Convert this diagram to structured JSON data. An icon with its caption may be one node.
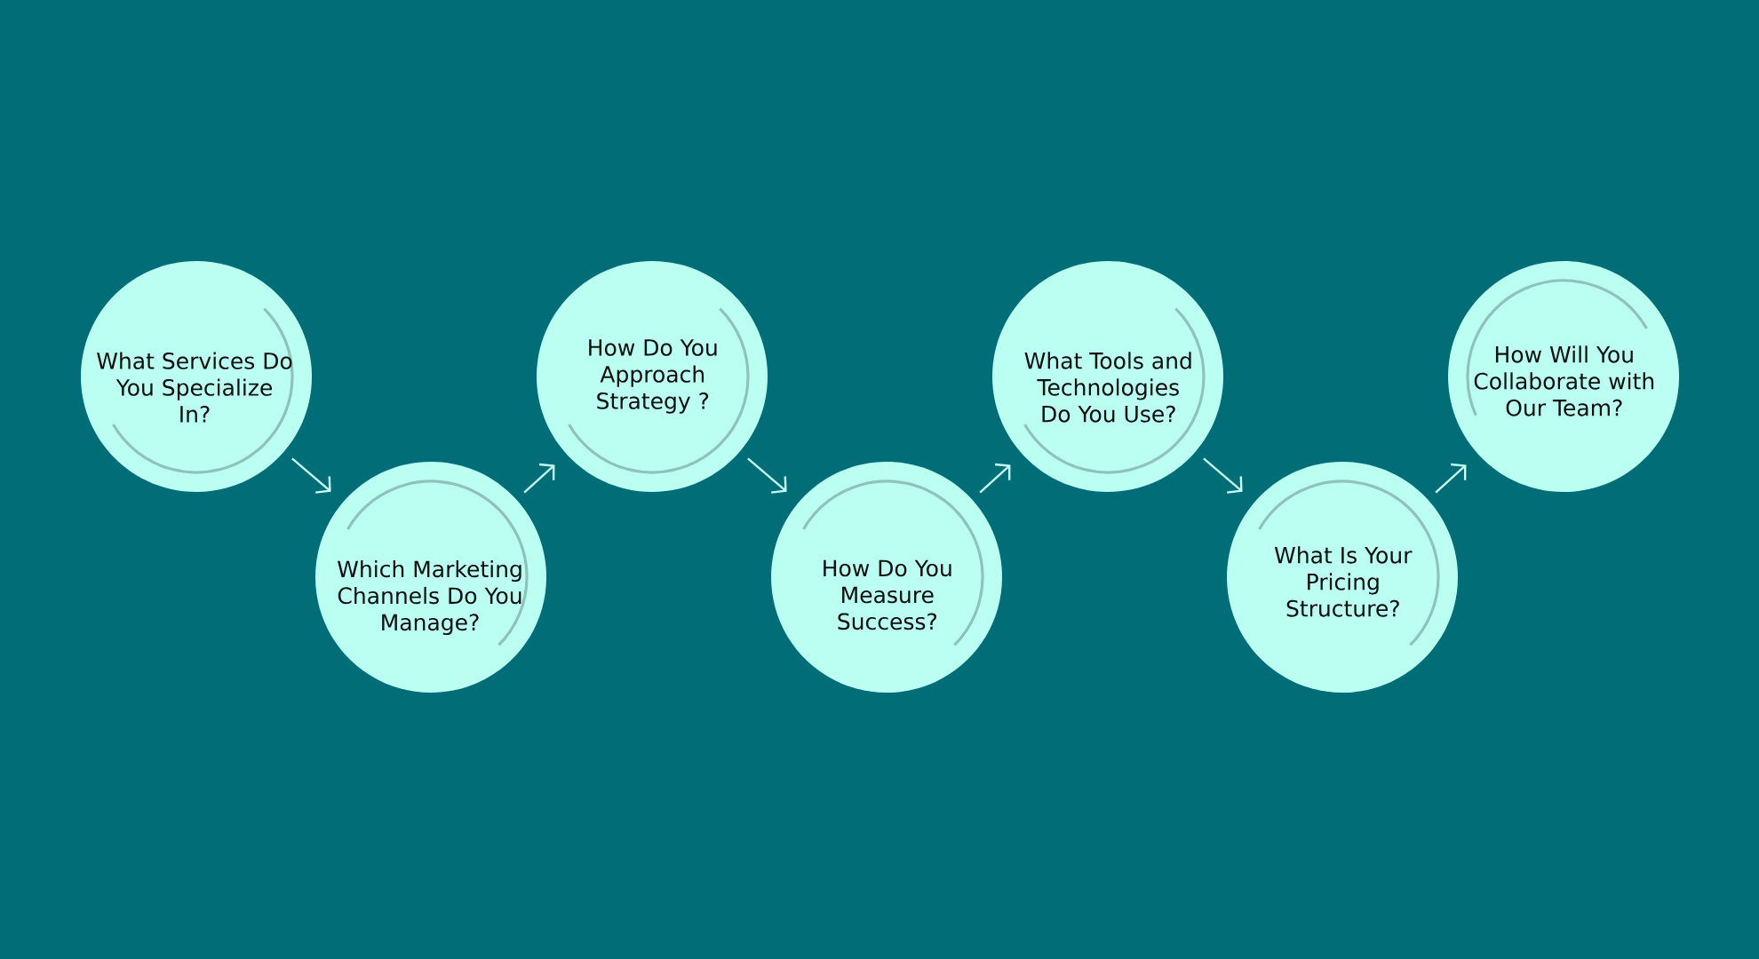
{
  "diagram": {
    "nodes": [
      {
        "text": [
          "What Services Do You Specialize In?"
        ]
      },
      {
        "text": [
          "Which Marketing Channels Do You Manage?"
        ]
      },
      {
        "text": [
          "How Do You Approach Strategy ?"
        ]
      },
      {
        "text": [
          "How Do You Measure Success?"
        ]
      },
      {
        "text": [
          "What Tools and Technologies Do You Use?"
        ]
      },
      {
        "text": [
          "What Is Your Pricing Structure?"
        ]
      },
      {
        "text": [
          "How Will You Collaborate with Our Team?"
        ]
      }
    ],
    "edges": [
      {
        "from": 0,
        "to": 1,
        "arrow": "to"
      },
      {
        "from": 1,
        "to": 2,
        "arrow": "to"
      },
      {
        "from": 2,
        "to": 3,
        "arrow": "to"
      },
      {
        "from": 3,
        "to": 4,
        "arrow": "to"
      },
      {
        "from": 4,
        "to": 5,
        "arrow": "to"
      },
      {
        "from": 5,
        "to": 6,
        "arrow": "to"
      }
    ]
  }
}
